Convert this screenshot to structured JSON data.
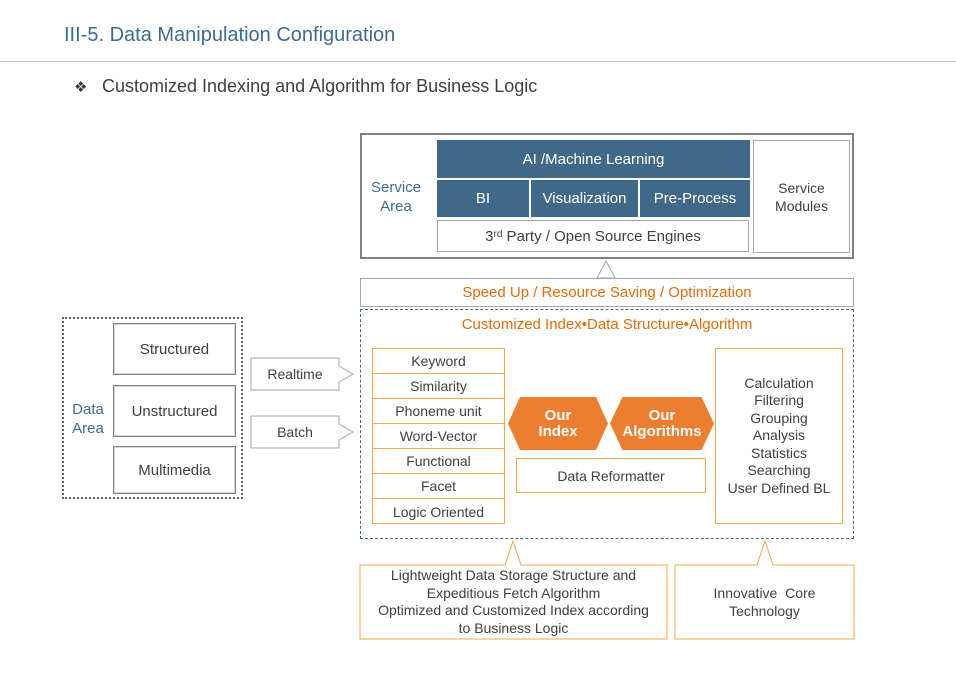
{
  "header": {
    "title": "III-5. Data Manipulation  Configuration",
    "bullet_icon": "diamond-bullet-icon",
    "subtitle": "Customized Indexing and Algorithm for Business Logic"
  },
  "service": {
    "area_label": "Service Area",
    "ai": "AI /Machine Learning",
    "bi": "BI",
    "visualization": "Visualization",
    "preprocess": "Pre-Process",
    "third_party_prefix": "3",
    "third_party_sup": "rd",
    "third_party_rest": " Party / Open Source Engines",
    "modules": "Service Modules"
  },
  "speed_bar": "Speed Up / Resource Saving / Optimization",
  "custom": {
    "title": "Customized Index•Data Structure•Algorithm",
    "index_items": [
      "Keyword",
      "Similarity",
      "Phoneme unit",
      "Word-Vector",
      "Functional",
      "Facet",
      "Logic Oriented"
    ],
    "our_index_1": "Our",
    "our_index_2": "Index",
    "our_algorithms_1": "Our",
    "our_algorithms_2": "Algorithms",
    "data_reformatter": "Data Reformatter",
    "calc_items": [
      "Calculation",
      "Filtering",
      "Grouping",
      "Analysis",
      "Statistics",
      "Searching",
      "User Defined BL"
    ]
  },
  "data_area": {
    "label": "Data Area",
    "structured": "Structured",
    "unstructured": "Unstructured",
    "multimedia": "Multimedia",
    "realtime": "Realtime",
    "batch": "Batch"
  },
  "bottom": {
    "left_lines": [
      "Lightweight Data Storage Structure and",
      "Expeditious Fetch Algorithm",
      "Optimized and Customized Index according",
      "to Business Logic"
    ],
    "right_lines": [
      "Innovative  Core",
      "Technology"
    ]
  },
  "colors": {
    "accent_blue": "#3f6b93",
    "cell_blue": "#3f6889",
    "accent_orange": "#e46c0a",
    "hex_orange": "#ed7d31"
  }
}
